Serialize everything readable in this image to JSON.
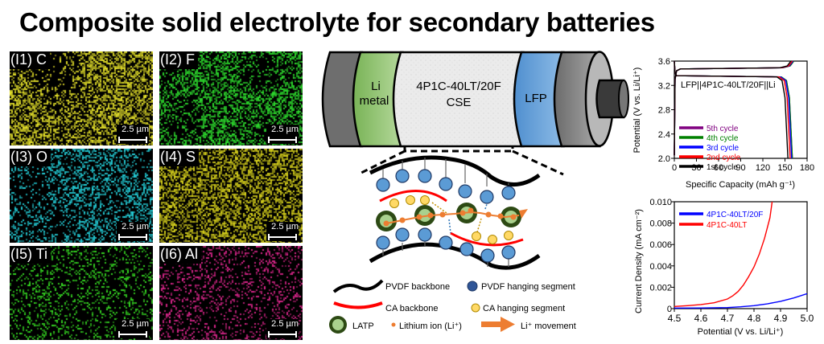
{
  "title": "Composite solid electrolyte for secondary batteries",
  "eds_maps": [
    {
      "label": "(I1) C",
      "color": "#e6e22a",
      "scale": "2.5 µm"
    },
    {
      "label": "(I2) F",
      "color": "#2ee02e",
      "scale": "2.5 µm"
    },
    {
      "label": "(I3) O",
      "color": "#24d2dc",
      "scale": "2.5 µm"
    },
    {
      "label": "(I4) S",
      "color": "#d8d21c",
      "scale": "2.5 µm"
    },
    {
      "label": "(I5) Ti",
      "color": "#36dc22",
      "scale": "2.5 µm"
    },
    {
      "label": "(I6) Al",
      "color": "#e0268e",
      "scale": "2.5 µm"
    }
  ],
  "battery": {
    "anode_line1": "Li",
    "anode_line2": "metal",
    "electrolyte_line1": "4P1C-40LT/20F",
    "electrolyte_line2": "CSE",
    "cathode": "LFP",
    "colors": {
      "anode": "#8fc46a",
      "cathode": "#5b9bd5",
      "cap": "#7f7f7f",
      "electrolyte": "#ececec"
    }
  },
  "legend": {
    "pvdf_backbone": "PVDF backbone",
    "pvdf_hanging": "PVDF hanging segment",
    "ca_backbone": "CA backbone",
    "ca_hanging": "CA hanging segment",
    "latp": "LATP",
    "lithium_ion": "Lithium ion (Li⁺)",
    "li_movement": "Li⁺ movement",
    "colors": {
      "pvdf_hanging": "#5b9bd5",
      "ca_backbone": "#ff0000",
      "ca_hanging": "#ffd966",
      "latp_outer": "#2d4a14",
      "latp_inner": "#a9d18e",
      "li_ion": "#ed7d31"
    }
  },
  "chart_data": [
    {
      "type": "line",
      "title": "",
      "annotation": "LFP||4P1C-40LT/20F||Li",
      "xlabel": "Specific Capacity  (mAh g⁻¹)",
      "ylabel": "Potential  (V vs. Li/Li⁺)",
      "xlim": [
        0,
        180
      ],
      "ylim": [
        2.0,
        3.6
      ],
      "xticks": [
        "0",
        "30",
        "60",
        "90",
        "120",
        "150",
        "180"
      ],
      "yticks": [
        "2.0",
        "2.4",
        "2.8",
        "3.2",
        "3.6"
      ],
      "legend_position": "bottom-left",
      "series": [
        {
          "name": "1st cycle",
          "color": "#000000",
          "discharge_capacity": 154,
          "charge_capacity": 158
        },
        {
          "name": "2nd cycle",
          "color": "#ff0000",
          "discharge_capacity": 157,
          "charge_capacity": 160
        },
        {
          "name": "3rd cycle",
          "color": "#0000ff",
          "discharge_capacity": 159,
          "charge_capacity": 161
        },
        {
          "name": "4th cycle",
          "color": "#008000",
          "discharge_capacity": 160,
          "charge_capacity": 162
        },
        {
          "name": "5th cycle",
          "color": "#800080",
          "discharge_capacity": 160,
          "charge_capacity": 162
        }
      ],
      "charge_plateau_V": 3.47,
      "discharge_plateau_V": 3.36,
      "cutoff_high_V": 3.6,
      "cutoff_low_V": 2.0
    },
    {
      "type": "line",
      "title": "",
      "xlabel": "Potential  (V vs. Li/Li⁺)",
      "ylabel": "Current Density  (mA cm⁻²)",
      "xlim": [
        4.5,
        5.0
      ],
      "ylim": [
        0,
        0.01
      ],
      "xticks": [
        "4.5",
        "4.6",
        "4.7",
        "4.8",
        "4.9",
        "5.0"
      ],
      "yticks": [
        "0",
        "0.002",
        "0.004",
        "0.006",
        "0.008",
        "0.010"
      ],
      "legend_position": "top-left",
      "series": [
        {
          "name": "4P1C-40LT/20F",
          "color": "#0000ff",
          "x": [
            4.5,
            4.6,
            4.7,
            4.75,
            4.8,
            4.85,
            4.9,
            4.95,
            5.0
          ],
          "y": [
            5e-05,
            6e-05,
            0.0001,
            0.00017,
            0.00028,
            0.00045,
            0.00068,
            0.001,
            0.0014
          ]
        },
        {
          "name": "4P1C-40LT",
          "color": "#ff0000",
          "x": [
            4.5,
            4.55,
            4.6,
            4.65,
            4.7,
            4.72,
            4.74,
            4.76,
            4.78,
            4.8,
            4.82,
            4.84,
            4.86,
            4.87
          ],
          "y": [
            0.0002,
            0.00028,
            0.00038,
            0.00055,
            0.0009,
            0.0012,
            0.0016,
            0.0022,
            0.003,
            0.0039,
            0.0051,
            0.0066,
            0.0085,
            0.0103
          ]
        }
      ]
    }
  ]
}
